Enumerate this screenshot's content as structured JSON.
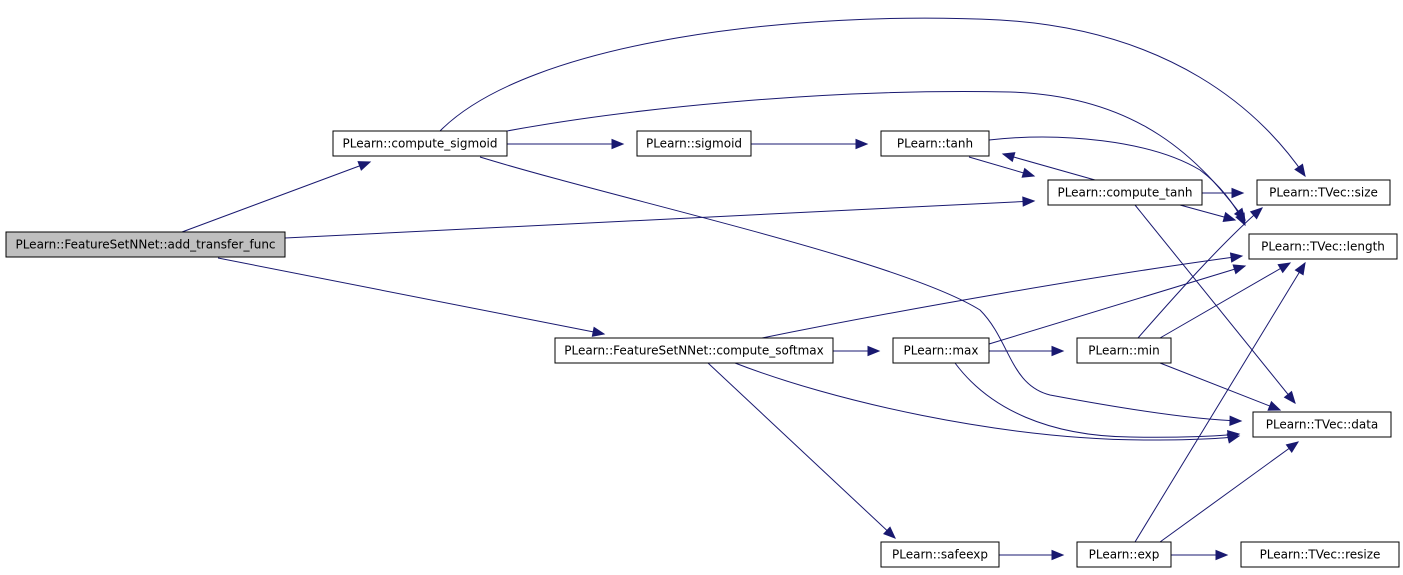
{
  "nodes": {
    "add_transfer_func": "PLearn::FeatureSetNNet::add_transfer_func",
    "compute_sigmoid": "PLearn::compute_sigmoid",
    "sigmoid": "PLearn::sigmoid",
    "tanh": "PLearn::tanh",
    "compute_tanh": "PLearn::compute_tanh",
    "size": "PLearn::TVec::size",
    "length": "PLearn::TVec::length",
    "compute_softmax": "PLearn::FeatureSetNNet::compute_softmax",
    "max": "PLearn::max",
    "min": "PLearn::min",
    "data": "PLearn::TVec::data",
    "safeexp": "PLearn::safeexp",
    "exp": "PLearn::exp",
    "resize": "PLearn::TVec::resize"
  },
  "edges": [
    [
      "add_transfer_func",
      "compute_sigmoid"
    ],
    [
      "add_transfer_func",
      "compute_tanh"
    ],
    [
      "add_transfer_func",
      "compute_softmax"
    ],
    [
      "compute_sigmoid",
      "size"
    ],
    [
      "compute_sigmoid",
      "length"
    ],
    [
      "compute_sigmoid",
      "sigmoid"
    ],
    [
      "compute_sigmoid",
      "data"
    ],
    [
      "sigmoid",
      "tanh"
    ],
    [
      "tanh",
      "length"
    ],
    [
      "tanh",
      "compute_tanh"
    ],
    [
      "compute_tanh",
      "tanh"
    ],
    [
      "compute_tanh",
      "size"
    ],
    [
      "compute_tanh",
      "length"
    ],
    [
      "compute_tanh",
      "data"
    ],
    [
      "compute_softmax",
      "length"
    ],
    [
      "compute_softmax",
      "max"
    ],
    [
      "compute_softmax",
      "data"
    ],
    [
      "compute_softmax",
      "safeexp"
    ],
    [
      "max",
      "length"
    ],
    [
      "max",
      "min"
    ],
    [
      "max",
      "data"
    ],
    [
      "min",
      "size"
    ],
    [
      "min",
      "length"
    ],
    [
      "min",
      "data"
    ],
    [
      "safeexp",
      "exp"
    ],
    [
      "exp",
      "length"
    ],
    [
      "exp",
      "data"
    ],
    [
      "exp",
      "resize"
    ]
  ],
  "colors": {
    "edge": "#191970",
    "root_fill": "#bfbfbf",
    "node_fill": "#ffffff",
    "node_stroke": "#000000"
  }
}
